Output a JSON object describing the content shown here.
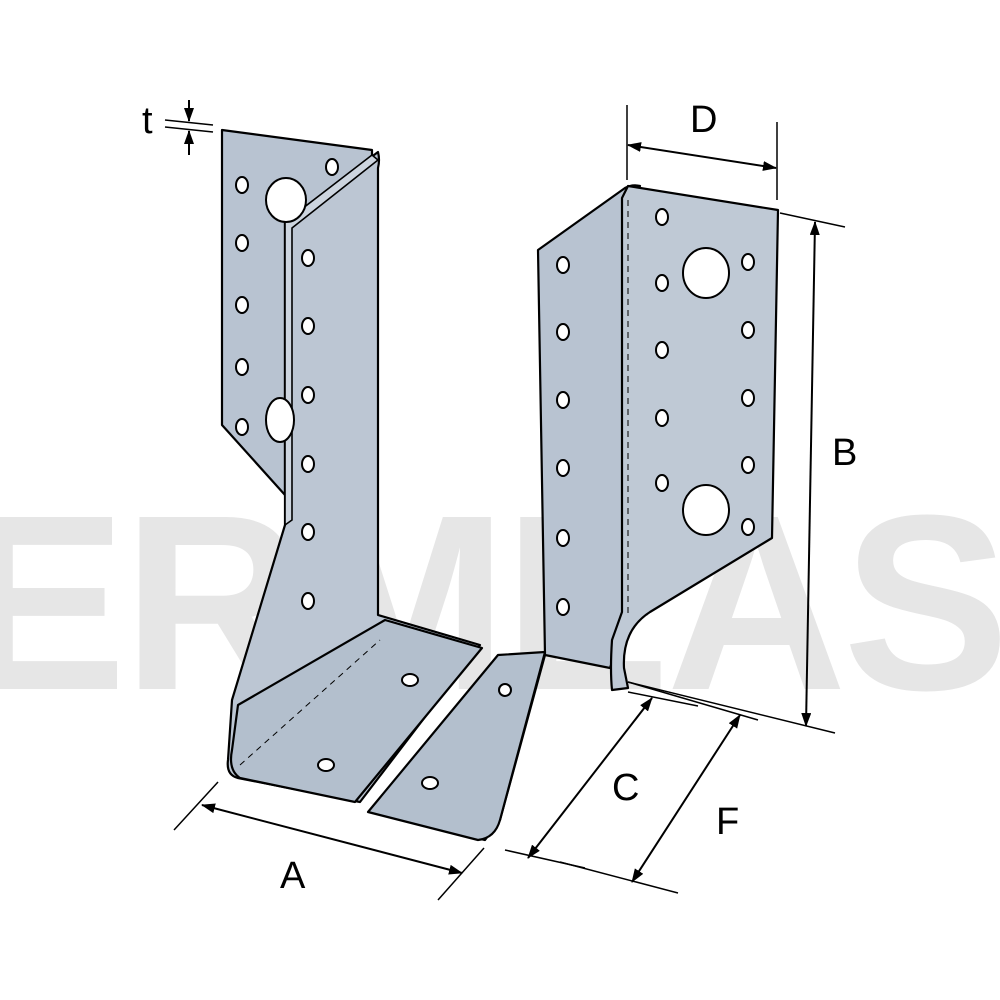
{
  "watermark": {
    "text": "ERMEAS"
  },
  "colors": {
    "plate": "#b8c3d1",
    "plate_dark": "#a9b5c4",
    "plate_edge": "#c9d2dd",
    "hole": "#ffffff",
    "line": "#000000"
  },
  "dimensions": {
    "A": "A",
    "B": "B",
    "C": "C",
    "D": "D",
    "F": "F",
    "t": "t"
  }
}
